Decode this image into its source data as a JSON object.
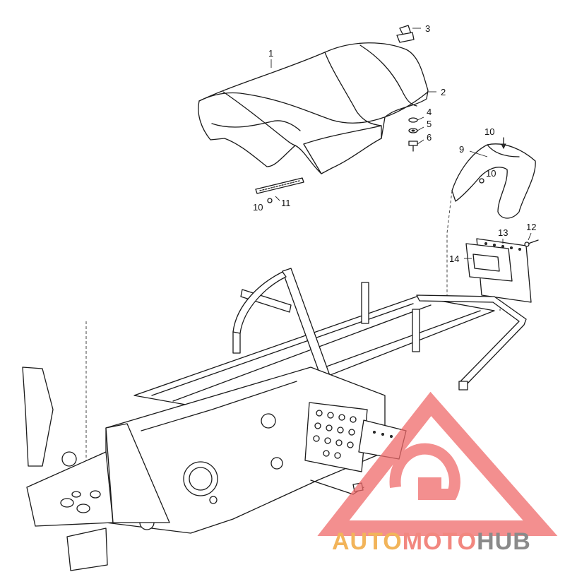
{
  "callouts": {
    "c1": "1",
    "c2": "2",
    "c3": "3",
    "c4": "4",
    "c5": "5",
    "c6": "6",
    "c9": "9",
    "c10a": "10",
    "c10b": "10",
    "c10c": "10",
    "c11": "11",
    "c12": "12",
    "c13": "13",
    "c14": "14"
  },
  "watermark": {
    "word_auto": "AUTO",
    "word_moto": "MOTO",
    "word_hub": "HUB",
    "colors": {
      "auto": "#f2b45a",
      "moto": "#f2877f",
      "hub": "#8a8a8a",
      "logo": "#ef6a6a"
    }
  }
}
